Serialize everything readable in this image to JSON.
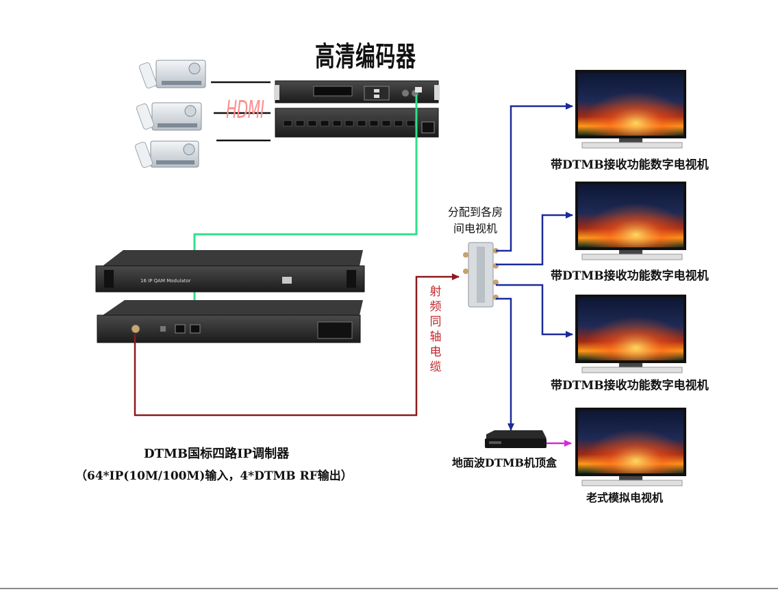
{
  "encoder": {
    "title": "高清编码器",
    "connection_label": "HDMI"
  },
  "splitter": {
    "label_line1": "分配到各房",
    "label_line2": "间电视机"
  },
  "rf_cable": {
    "label_chars": [
      "射",
      "频",
      "同",
      "轴",
      "电",
      "缆"
    ]
  },
  "modulator": {
    "panel_text": "16 IP QAM Modulator",
    "title": "DTMB国标四路IP调制器",
    "subtitle": "（64*IP(10M/100M)输入，4*DTMB RF输出）"
  },
  "tvs": [
    {
      "label": "带DTMB接收功能数字电视机"
    },
    {
      "label": "带DTMB接收功能数字电视机"
    },
    {
      "label": "带DTMB接收功能数字电视机"
    }
  ],
  "set_top_box": {
    "label": "地面波DTMB机顶盒"
  },
  "analog_tv": {
    "label": "老式模拟电视机"
  },
  "colors": {
    "ip_line": "#2ee08a",
    "rf_line": "#8b1a1a",
    "tv_arrow": "#1a2a9a",
    "analog_arrow": "#d42ad4"
  }
}
